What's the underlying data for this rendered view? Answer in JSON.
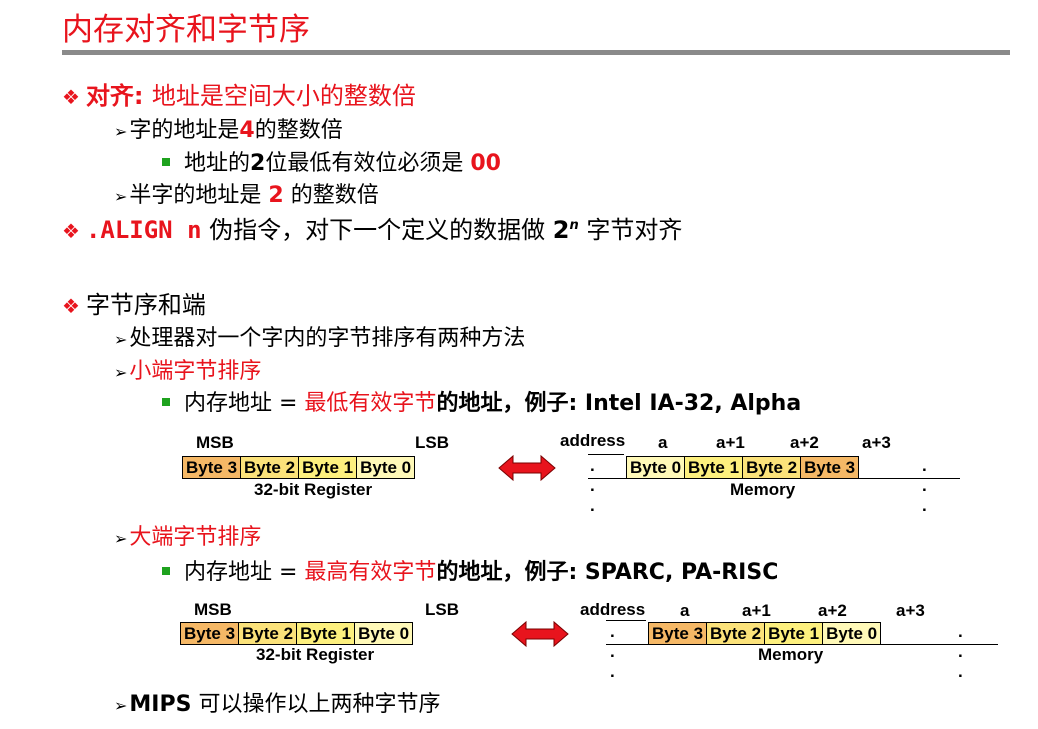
{
  "title": "内存对齐和字节序",
  "align_heading": {
    "prefix": "对齐: ",
    "text": "地址是空间大小的整数倍"
  },
  "word_item": {
    "a": "字的地址是",
    "b": "4",
    "c": "的整数倍"
  },
  "word_sub": {
    "a": "地址的",
    "b": "2",
    "c": "位最低有效位必须是 ",
    "d": "00"
  },
  "half_item": {
    "a": "半字的地址是 ",
    "b": "2",
    "c": " 的整数倍"
  },
  "align_directive": {
    "code": ".ALIGN n",
    "a": " 伪指令，对下一个定义的数据做 ",
    "b": "2",
    "sup": "n",
    "c": " 字节对齐"
  },
  "endian_heading": "字节序和端",
  "endian_intro": "处理器对一个字内的字节排序有两种方法",
  "little": {
    "heading": "小端字节排序",
    "desc_a": "内存地址 = ",
    "desc_b": "最低有效字节",
    "desc_c": "的地址，例子: Intel IA-32, Alpha",
    "msb": "MSB",
    "lsb": "LSB",
    "register": [
      "Byte 3",
      "Byte 2",
      "Byte 1",
      "Byte 0"
    ],
    "register_label": "32-bit Register",
    "address": "address",
    "addrs": [
      "a",
      "a+1",
      "a+2",
      "a+3"
    ],
    "memory": [
      "Byte 0",
      "Byte 1",
      "Byte 2",
      "Byte 3"
    ],
    "memory_label": "Memory",
    "ellipsis": ". . ."
  },
  "big": {
    "heading": "大端字节排序",
    "desc_a": "内存地址 = ",
    "desc_b": "最高有效字节",
    "desc_c": "的地址，例子: SPARC, PA-RISC",
    "msb": "MSB",
    "lsb": "LSB",
    "register": [
      "Byte 3",
      "Byte 2",
      "Byte 1",
      "Byte 0"
    ],
    "register_label": "32-bit Register",
    "address": "address",
    "addrs": [
      "a",
      "a+1",
      "a+2",
      "a+3"
    ],
    "memory": [
      "Byte 3",
      "Byte 2",
      "Byte 1",
      "Byte 0"
    ],
    "memory_label": "Memory",
    "ellipsis": ". . ."
  },
  "mips_note": {
    "a": "MIPS",
    "b": " 可以操作以上两种字节序"
  },
  "colors": {
    "byte3": "#f5b866",
    "byte2": "#fbe27a",
    "byte1": "#fdf07e",
    "byte0": "#fff9b8",
    "accent": "#e8141d",
    "arrow": "#e8141d"
  }
}
